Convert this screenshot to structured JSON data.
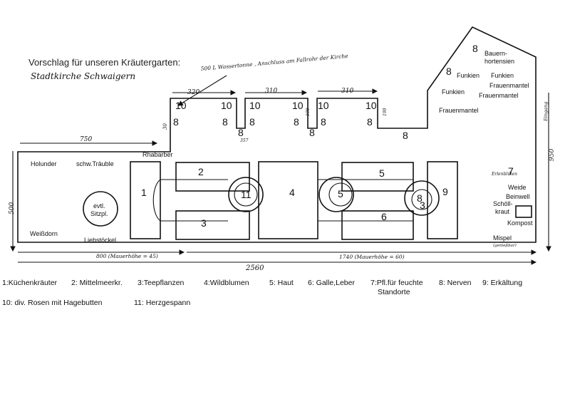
{
  "title": "Vorschlag für unseren Kräutergarten:",
  "subtitle": "Stadtkirche Schwaigern",
  "rain_note": "500 L Wassertonne , Anschluss am Fallrohr der Kirche",
  "dims": {
    "d750": "750",
    "d320": "320",
    "d310a": "310",
    "d310b": "310",
    "d30": "30",
    "d357": "357",
    "d190a": "190",
    "d190b": "190",
    "d950": "950",
    "d500": "500",
    "d800": "800 (Mauerhöhe = 45)",
    "d1740": "1740 (Mauerhöhe = 60)",
    "d2560": "2560"
  },
  "entrance": "Eingang",
  "plants": {
    "rhabarber": "Rhabarber",
    "holunder": "Holunder",
    "schwtraube": "schw.Träuble",
    "weissdorn": "Weißdorn",
    "liebstoeckel": "Liebstöckel",
    "sitz1": "evtl.",
    "sitz2": "Sitzpl.",
    "bauem1": "Bauern-",
    "bauem2": "hortensien",
    "funkien1": "Funkien",
    "funkien2": "Funkien",
    "funkien3": "Funkien",
    "frauen1": "Frauenmantel",
    "frauen2": "Frauenmantel",
    "frauen3": "Frauenmantel",
    "weide": "Weide",
    "beinwell": "Beinwell",
    "schoell1": "Schöll-",
    "schoell2": "kraut",
    "kompost": "Kompost",
    "mispel": "Mispel",
    "mispel_note": "(genießbar)",
    "hand7": "Erlenblüten"
  },
  "beds": {
    "b1": "1",
    "b2": "2",
    "b3": "3",
    "b4": "4",
    "b5a": "5",
    "b5b": "5",
    "b6": "6",
    "b7": "7",
    "b8c": "8",
    "b3c": "3",
    "b9": "9",
    "b11": "11"
  },
  "tops": {
    "t10a": "10",
    "t10b": "10",
    "t10c": "10",
    "t10d": "10",
    "t10e": "10",
    "t8a": "8",
    "t8b": "8",
    "t8c": "8",
    "t8d": "8",
    "t8e": "8",
    "t8f": "8",
    "t8g": "8",
    "t8h": "8",
    "t8i": "8",
    "t8j": "8",
    "t8k": "8"
  },
  "legend": {
    "l1": "1:Küchenkräuter",
    "l2": "2: Mittelmeerkr.",
    "l3": "3:Teepflanzen",
    "l4": "4:Wildblumen",
    "l5": "5: Haut",
    "l6": "6: Galle,Leber",
    "l7a": "7:Pfl.für feuchte",
    "l7b": "Standorte",
    "l8": "8: Nerven",
    "l9": "9: Erkältung",
    "l10": "10: div. Rosen mit Hagebutten",
    "l11": "11: Herzgespann"
  }
}
